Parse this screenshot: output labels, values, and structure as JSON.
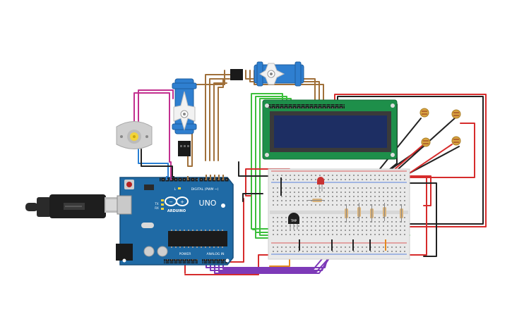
{
  "colors": {
    "background": "#ffffff",
    "board_blue": "#1f6aa5",
    "board_dark": "#174f7d",
    "breadboard": "#e9e9e9",
    "lcd_pcb": "#1e8f4a",
    "lcd_screen": "#1d2e63",
    "servo_blue": "#2f7fd0",
    "wire_red": "#d62c2c",
    "wire_black": "#222222",
    "wire_brown": "#a0703a",
    "wire_green": "#3cbf3c",
    "wire_purple": "#7d3ab8",
    "wire_magenta": "#c2308f",
    "wire_blue": "#2a7fd4",
    "wire_orange": "#e58a1f",
    "led_red": "#c83232",
    "motor_grey": "#cfcfcf",
    "motor_shaft": "#f2d33a",
    "ldr": "#d9a441",
    "resistor": "#d9b27a"
  },
  "arduino": {
    "name": "UNO",
    "brand": "ARDUINO",
    "digital_label": "DIGITAL (PWM ~)",
    "power_label": "POWER",
    "analog_label": "ANALOG IN",
    "tx_label": "TX",
    "rx_label": "RX",
    "l_label": "L"
  },
  "temp_sensor": {
    "label": "TMP"
  },
  "icons": [
    "infinity-logo-icon",
    "usb-plug-icon",
    "servo-horn-icon",
    "motor-shaft-icon"
  ]
}
